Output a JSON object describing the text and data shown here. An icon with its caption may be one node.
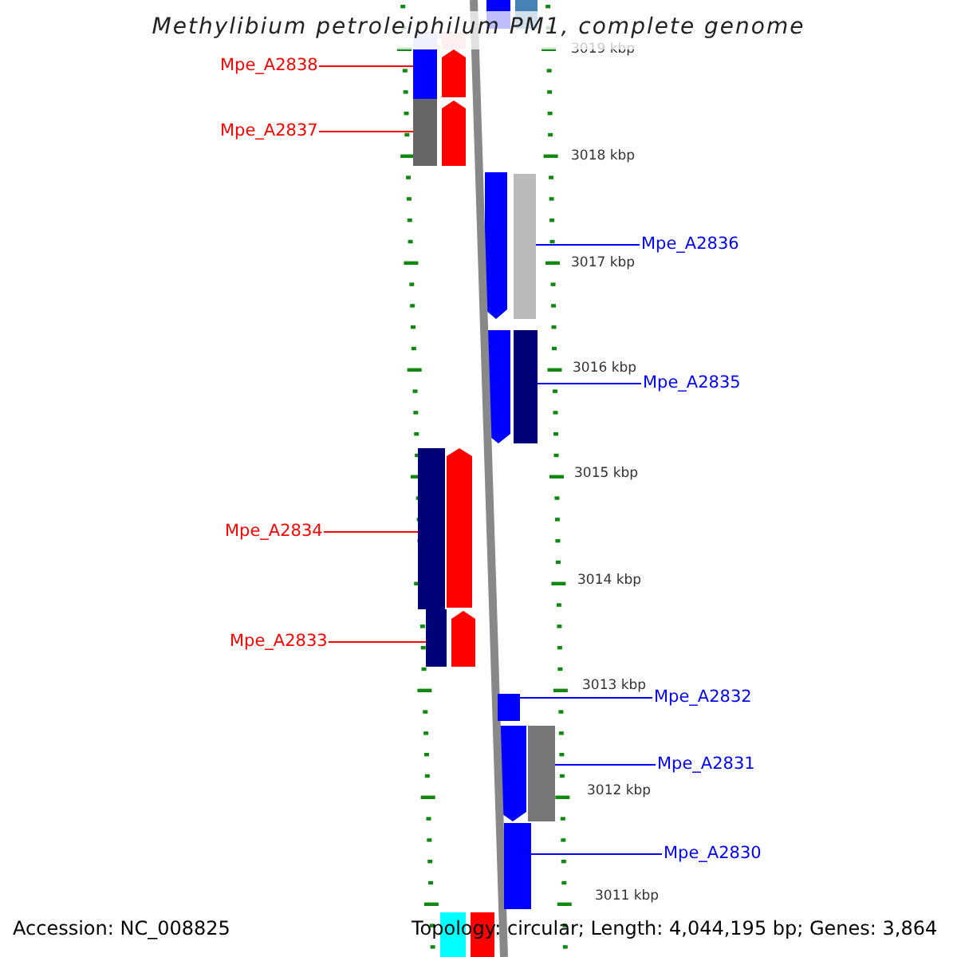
{
  "diagram": {
    "title": "Methylibium petroleiphilum PM1, complete genome",
    "nodes": [
      {
        "text": [
          "Mpe_A2838"
        ]
      },
      {
        "text": [
          "Mpe_A2837"
        ]
      },
      {
        "text": [
          "Mpe_A2836"
        ]
      },
      {
        "text": [
          "Mpe_A2835"
        ]
      },
      {
        "text": [
          "Mpe_A2834"
        ]
      },
      {
        "text": [
          "Mpe_A2833"
        ]
      },
      {
        "text": [
          "Mpe_A2832"
        ]
      },
      {
        "text": [
          "Mpe_A2831"
        ]
      },
      {
        "text": [
          "Mpe_A2830"
        ]
      },
      {
        "text": [],
        "shape": "bar"
      },
      {
        "text": [],
        "shape": "bar"
      },
      {
        "text": [],
        "shape": "bar"
      },
      {
        "text": [],
        "shape": "bar"
      },
      {
        "text": [],
        "shape": "bar"
      },
      {
        "text": [],
        "shape": "bar"
      },
      {
        "text": [],
        "shape": "bar"
      },
      {
        "text": [],
        "shape": "bar"
      },
      {
        "text": [],
        "shape": "bar"
      }
    ],
    "edges": [
      {
        "from": 0,
        "to": 9,
        "arrow": "none",
        "color": "#ff0000"
      },
      {
        "from": 1,
        "to": 10,
        "arrow": "none",
        "color": "#ff0000"
      },
      {
        "from": 2,
        "to": 11,
        "arrow": "none"
      },
      {
        "from": 3,
        "to": 12,
        "arrow": "none"
      },
      {
        "from": 4,
        "to": 13,
        "arrow": "none",
        "color": "#ff0000"
      },
      {
        "from": 5,
        "to": 14,
        "arrow": "none",
        "color": "#ff0000"
      },
      {
        "from": 6,
        "to": 15,
        "arrow": "none"
      },
      {
        "from": 7,
        "to": 16,
        "arrow": "none"
      },
      {
        "from": 8,
        "to": 17,
        "arrow": "none"
      }
    ],
    "labels": [
      "3019 kbp",
      "3018 kbp",
      "3017 kbp",
      "3016 kbp",
      "3015 kbp",
      "3014 kbp",
      "3013 kbp",
      "3012 kbp",
      "3011 kbp",
      "Accession: NC_008825",
      "Topology: circular; Length: 4,044,195 bp; Genes: 3,864"
    ]
  }
}
